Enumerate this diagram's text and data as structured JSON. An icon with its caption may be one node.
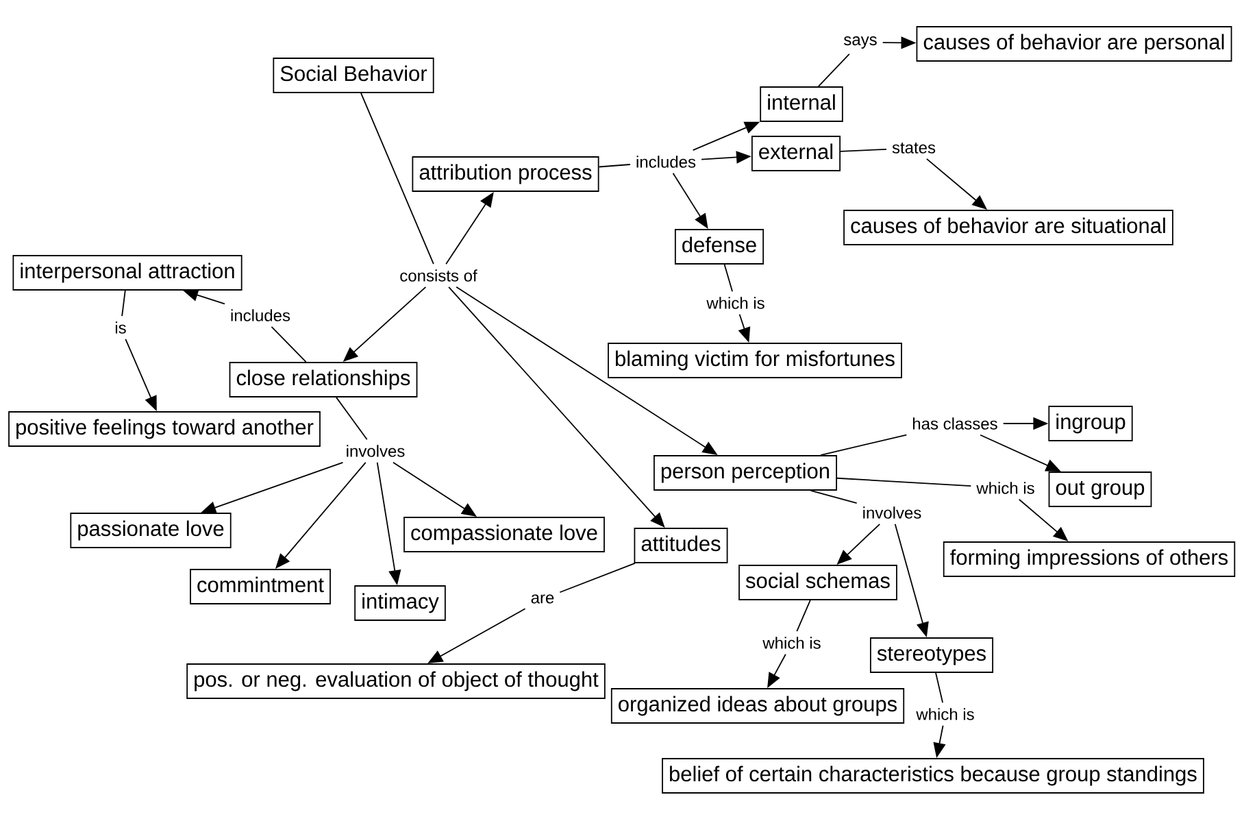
{
  "diagram": {
    "nodes": [
      {
        "text": [
          "Social Behavior"
        ]
      },
      {
        "text": [
          "says"
        ]
      },
      {
        "text": [
          "causes of behavior are personal"
        ]
      },
      {
        "text": [
          "internal"
        ]
      },
      {
        "text": [
          "attribution process"
        ]
      },
      {
        "text": [
          "includes"
        ]
      },
      {
        "text": [
          "external"
        ]
      },
      {
        "text": [
          "states"
        ]
      },
      {
        "text": [
          "causes of behavior are situational"
        ]
      },
      {
        "text": [
          "defense"
        ]
      },
      {
        "text": [
          "interpersonal attraction"
        ]
      },
      {
        "text": [
          "consists of"
        ]
      },
      {
        "text": [
          "which is"
        ]
      },
      {
        "text": [
          "includes"
        ]
      },
      {
        "text": [
          "is"
        ]
      },
      {
        "text": [
          "blaming victim for misfortunes"
        ]
      },
      {
        "text": [
          "close relationships"
        ]
      },
      {
        "text": [
          "positive feelings toward another"
        ]
      },
      {
        "text": [
          "has classes"
        ]
      },
      {
        "text": [
          "ingroup"
        ]
      },
      {
        "text": [
          "involves"
        ]
      },
      {
        "text": [
          "person perception"
        ]
      },
      {
        "text": [
          "which is"
        ]
      },
      {
        "text": [
          "out group"
        ]
      },
      {
        "text": [
          "involves"
        ]
      },
      {
        "text": [
          "passionate love"
        ]
      },
      {
        "text": [
          "compassionate love"
        ]
      },
      {
        "text": [
          "attitudes"
        ]
      },
      {
        "text": [
          "forming impressions of others"
        ]
      },
      {
        "text": [
          "commintment"
        ]
      },
      {
        "text": [
          "social schemas"
        ]
      },
      {
        "text": [
          "intimacy"
        ]
      },
      {
        "text": [
          "are"
        ]
      },
      {
        "text": [
          "which is"
        ]
      },
      {
        "text": [
          "stereotypes"
        ]
      },
      {
        "text": [
          "pos. or neg. evaluation of object of thought"
        ]
      },
      {
        "text": [
          "organized ideas about groups"
        ]
      },
      {
        "text": [
          "which is"
        ]
      },
      {
        "text": [
          "belief of certain characteristics because group standings"
        ]
      }
    ],
    "edges": [
      {
        "from": 0,
        "to": 11,
        "arrow": "none"
      },
      {
        "from": 11,
        "to": 4,
        "arrow": "to"
      },
      {
        "from": 11,
        "to": 16,
        "arrow": "to"
      },
      {
        "from": 11,
        "to": 27,
        "arrow": "to"
      },
      {
        "from": 11,
        "to": 21,
        "arrow": "to"
      },
      {
        "from": 4,
        "to": 5,
        "arrow": "none"
      },
      {
        "from": 5,
        "to": 3,
        "arrow": "to"
      },
      {
        "from": 5,
        "to": 6,
        "arrow": "to"
      },
      {
        "from": 5,
        "to": 9,
        "arrow": "to"
      },
      {
        "from": 3,
        "to": 1,
        "arrow": "none"
      },
      {
        "from": 1,
        "to": 2,
        "arrow": "to"
      },
      {
        "from": 6,
        "to": 7,
        "arrow": "none"
      },
      {
        "from": 7,
        "to": 8,
        "arrow": "to"
      },
      {
        "from": 9,
        "to": 12,
        "arrow": "none"
      },
      {
        "from": 12,
        "to": 15,
        "arrow": "to"
      },
      {
        "from": 16,
        "to": 13,
        "arrow": "none"
      },
      {
        "from": 13,
        "to": 10,
        "arrow": "to"
      },
      {
        "from": 10,
        "to": 14,
        "arrow": "none"
      },
      {
        "from": 14,
        "to": 17,
        "arrow": "to"
      },
      {
        "from": 16,
        "to": 20,
        "arrow": "none"
      },
      {
        "from": 20,
        "to": 25,
        "arrow": "to"
      },
      {
        "from": 20,
        "to": 29,
        "arrow": "to"
      },
      {
        "from": 20,
        "to": 26,
        "arrow": "to"
      },
      {
        "from": 20,
        "to": 31,
        "arrow": "to"
      },
      {
        "from": 27,
        "to": 32,
        "arrow": "none"
      },
      {
        "from": 32,
        "to": 35,
        "arrow": "to"
      },
      {
        "from": 21,
        "to": 18,
        "arrow": "none"
      },
      {
        "from": 18,
        "to": 19,
        "arrow": "to"
      },
      {
        "from": 18,
        "to": 23,
        "arrow": "to"
      },
      {
        "from": 21,
        "to": 22,
        "arrow": "none"
      },
      {
        "from": 22,
        "to": 28,
        "arrow": "to"
      },
      {
        "from": 21,
        "to": 24,
        "arrow": "none"
      },
      {
        "from": 24,
        "to": 30,
        "arrow": "to"
      },
      {
        "from": 24,
        "to": 34,
        "arrow": "to"
      },
      {
        "from": 30,
        "to": 33,
        "arrow": "none"
      },
      {
        "from": 33,
        "to": 36,
        "arrow": "to"
      },
      {
        "from": 34,
        "to": 37,
        "arrow": "none"
      },
      {
        "from": 37,
        "to": 38,
        "arrow": "to"
      }
    ]
  }
}
